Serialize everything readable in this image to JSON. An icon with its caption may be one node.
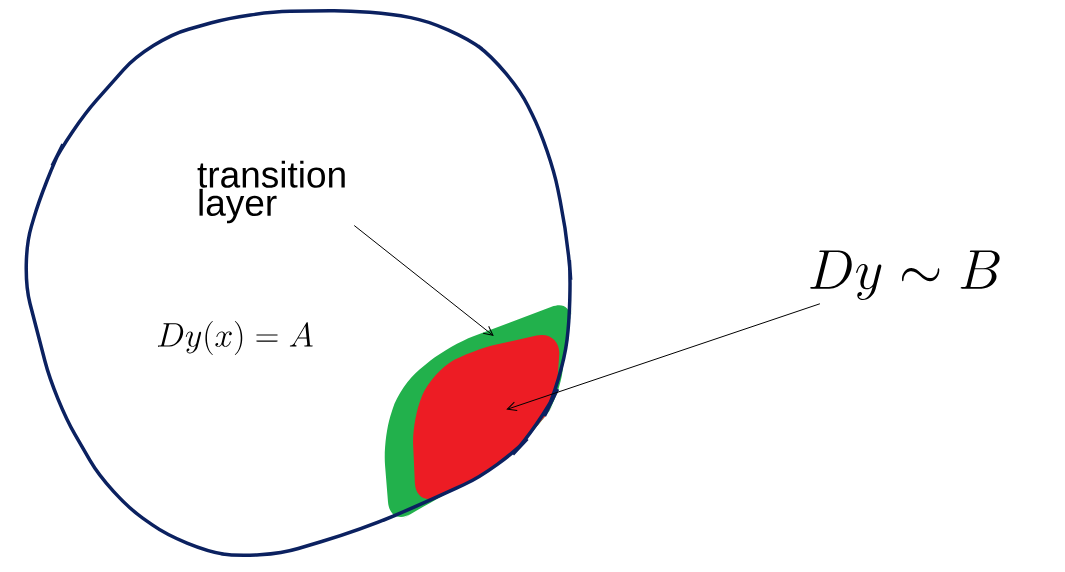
{
  "diagram": {
    "nodes": [
      {
        "text": [
          "Dy(x) = A"
        ]
      },
      {
        "text": [
          "transition layer"
        ],
        "in": 0
      },
      {
        "text": [],
        "shape": "band",
        "in": 0
      },
      {
        "text": [],
        "shape": "region",
        "in": 2
      },
      {
        "text": [
          "Dy \\sim B"
        ]
      }
    ],
    "edges": [
      {
        "from": 1,
        "to": 2,
        "arrow": "to"
      },
      {
        "from": 4,
        "to": 3,
        "arrow": "to"
      }
    ]
  }
}
